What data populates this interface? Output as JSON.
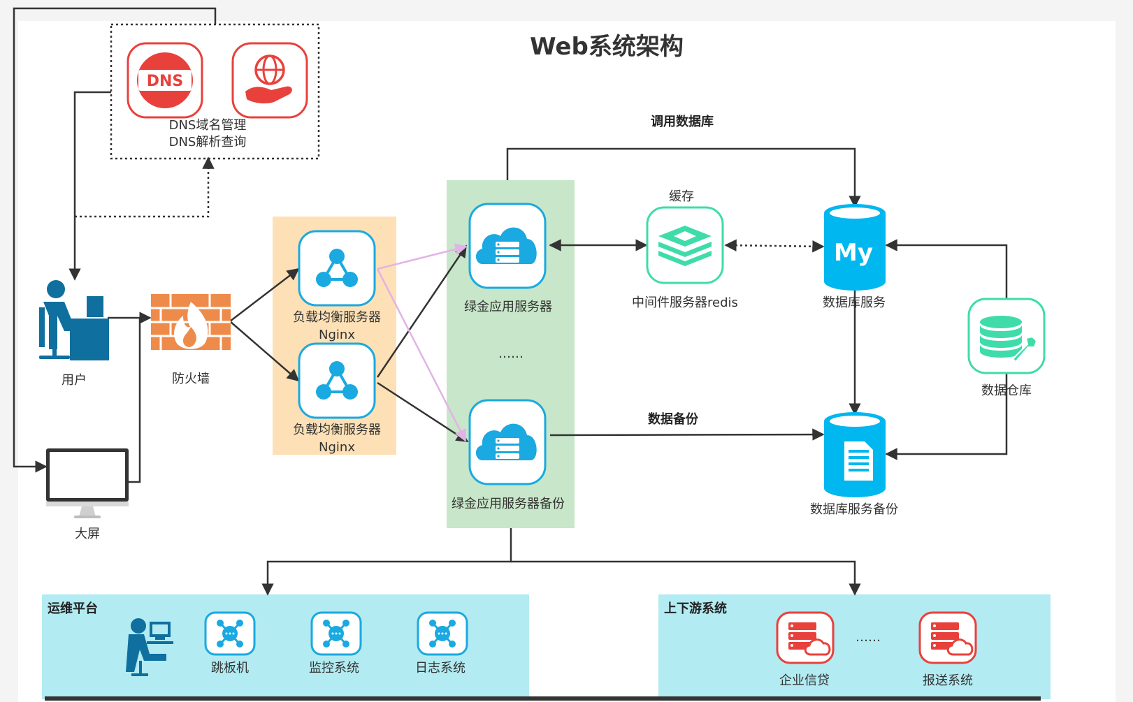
{
  "title": "Web系统架构",
  "colors": {
    "edge": "#333333",
    "cyan": "#1aa9e0",
    "teal": "#3fdcaa",
    "red": "#e8413c",
    "user_blue": "#0f6f9e",
    "firewall": "#ef8b4a",
    "nginx_zone": "#fde0b5",
    "server_zone": "#c8e6c9",
    "panel": "#b2ebf2",
    "pink": "#e2b3e6"
  },
  "dns": {
    "line1": "DNS域名管理",
    "line2": "DNS解析查询",
    "dns_badge": "DNS"
  },
  "nodes": {
    "user": "用户",
    "firewall": "防火墙",
    "screen": "大屏",
    "lb1_line1": "负载均衡服务器",
    "lb1_line2": "Nginx",
    "lb2_line1": "负载均衡服务器",
    "lb2_line2": "Nginx",
    "app_server": "绿金应用服务器",
    "app_ellipsis": "……",
    "app_backup": "绿金应用服务器备份",
    "redis": "中间件服务器redis",
    "mysql_badge": "My",
    "db": "数据库服务",
    "warehouse": "数据仓库",
    "db_backup": "数据库服务备份"
  },
  "edge_labels": {
    "call_db": "调用数据库",
    "cache": "缓存",
    "backup": "数据备份"
  },
  "ops": {
    "title": "运维平台",
    "items": [
      "跳板机",
      "监控系统",
      "日志系统"
    ]
  },
  "updown": {
    "title": "上下游系统",
    "items": [
      "企业信贷",
      "报送系统"
    ],
    "ellipsis": "……"
  }
}
